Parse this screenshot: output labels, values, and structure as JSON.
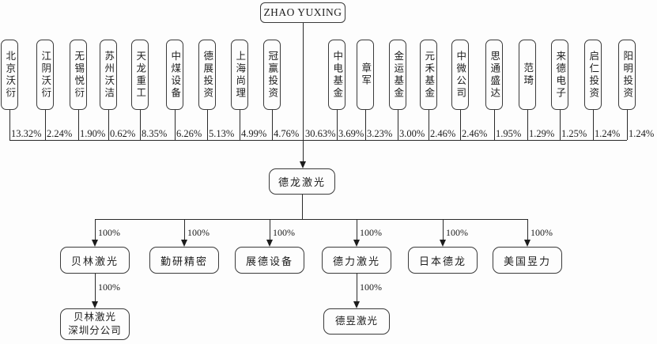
{
  "diagram": {
    "root": {
      "name": "ZHAO YUXING",
      "direct_ownership": "30.63%"
    },
    "company": {
      "name": "德龙激光"
    },
    "shareholders": [
      {
        "name": "北京沃衍",
        "pct": "13.32%"
      },
      {
        "name": "江阴沃衍",
        "pct": "2.24%"
      },
      {
        "name": "无锡悦衍",
        "pct": "1.90%"
      },
      {
        "name": "苏州沃洁",
        "pct": "0.62%"
      },
      {
        "name": "天龙重工",
        "pct": "8.35%"
      },
      {
        "name": "中煤设备",
        "pct": "6.26%"
      },
      {
        "name": "德展投资",
        "pct": "5.13%"
      },
      {
        "name": "上海尚理",
        "pct": "4.99%"
      },
      {
        "name": "冠赢投资",
        "pct": "4.76%"
      },
      {
        "name": "中电基金",
        "pct": "3.69%"
      },
      {
        "name": "章军",
        "pct": "3.23%"
      },
      {
        "name": "金运基金",
        "pct": "3.00%"
      },
      {
        "name": "元禾基金",
        "pct": "2.46%"
      },
      {
        "name": "中微公司",
        "pct": "2.46%"
      },
      {
        "name": "思通盛达",
        "pct": "1.95%"
      },
      {
        "name": "范琦",
        "pct": "1.29%"
      },
      {
        "name": "来德电子",
        "pct": "1.25%"
      },
      {
        "name": "启仁投资",
        "pct": "1.24%"
      },
      {
        "name": "阳明投资",
        "pct": "1.24%"
      }
    ],
    "subsidiaries": [
      {
        "name": "贝林激光",
        "pct": "100%"
      },
      {
        "name": "勤研精密",
        "pct": "100%"
      },
      {
        "name": "展德设备",
        "pct": "100%"
      },
      {
        "name": "德力激光",
        "pct": "100%"
      },
      {
        "name": "日本德龙",
        "pct": "100%"
      },
      {
        "name": "美国昱力",
        "pct": "100%"
      }
    ],
    "sub_subsidiaries": [
      {
        "parent": "贝林激光",
        "lines": [
          "贝林激光",
          "深圳分公司"
        ],
        "pct": "100%"
      },
      {
        "parent": "德力激光",
        "lines": [
          "德昱激光"
        ],
        "pct": "100%"
      }
    ]
  }
}
